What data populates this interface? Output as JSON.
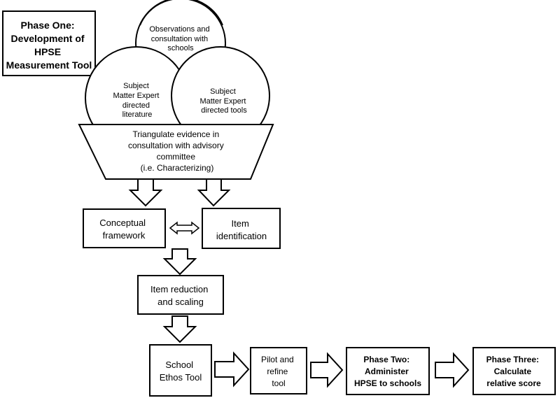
{
  "phase_one": {
    "lines": [
      "Phase One:",
      "Development of",
      "HPSE",
      "Measurement Tool"
    ]
  },
  "circles": {
    "top": {
      "lines": [
        "Observations and",
        "consultation with",
        "schools"
      ]
    },
    "left": {
      "lines": [
        "Subject",
        "Matter Expert",
        "directed",
        "literature"
      ]
    },
    "right": {
      "lines": [
        "Subject",
        "Matter Expert",
        "directed tools"
      ]
    }
  },
  "funnel": {
    "lines": [
      "Triangulate evidence in",
      "consultation with advisory",
      "committee",
      "(i.e. Characterizing)"
    ]
  },
  "conceptual": {
    "lines": [
      "Conceptual",
      "framework"
    ]
  },
  "item_id": {
    "lines": [
      "Item",
      "identification"
    ]
  },
  "reduction": {
    "lines": [
      "Item reduction",
      "and scaling"
    ]
  },
  "ethos": {
    "lines": [
      "School",
      "Ethos Tool"
    ]
  },
  "pilot": {
    "lines": [
      "Pilot and",
      "refine",
      "tool"
    ]
  },
  "phase_two": {
    "lines": [
      "Phase Two:",
      "Administer",
      "HPSE to schools"
    ]
  },
  "phase_three": {
    "lines": [
      "Phase Three:",
      "Calculate",
      "relative score"
    ]
  }
}
